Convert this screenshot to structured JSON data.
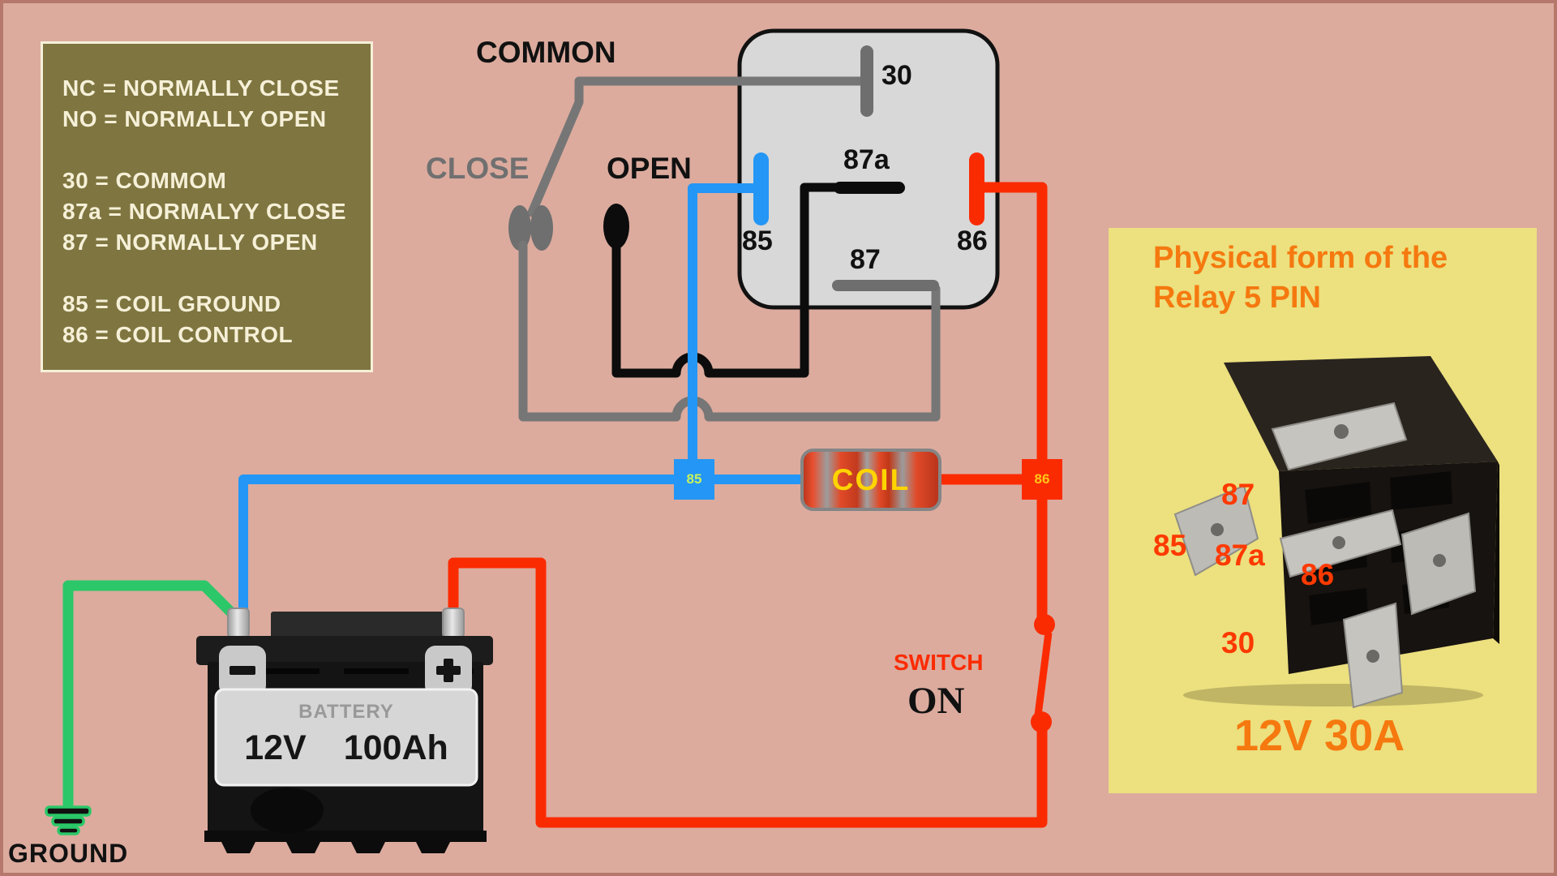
{
  "colors": {
    "background": "#dcab9e",
    "frame_border": "#b5786b",
    "legend_bg": "#7e7540",
    "legend_text": "#f6f0d8",
    "relay_body_fill": "#d8d8d8",
    "wire_gray": "#767676",
    "wire_black": "#0c0c0c",
    "wire_blue": "#2496f5",
    "wire_red": "#fb2b01",
    "wire_green": "#2bc768",
    "coil_text": "#ffd400",
    "panel_bg": "#ece07f",
    "accent_orange": "#f5790f",
    "photo_label_red": "#fe3a00"
  },
  "legend": {
    "lines": [
      "NC = NORMALLY CLOSE",
      "NO = NORMALLY OPEN",
      "",
      "30 = COMMOM",
      "87a = NORMALYY CLOSE",
      "87 = NORMALLY OPEN",
      "",
      "85 = COIL GROUND",
      "86 = COIL CONTROL"
    ]
  },
  "schematic": {
    "common_label": "COMMON",
    "close_label": "CLOSE",
    "open_label": "OPEN",
    "pins": {
      "p30": "30",
      "p87a": "87a",
      "p87": "87",
      "p85": "85",
      "p86": "86"
    },
    "junction_85": "85",
    "junction_86": "86",
    "coil_label": "COIL",
    "switch_label": "SWITCH",
    "switch_state": "ON",
    "ground_label": "GROUND"
  },
  "battery": {
    "name": "BATTERY",
    "voltage": "12V",
    "capacity": "100Ah"
  },
  "panel": {
    "title_line1": "Physical form of the",
    "title_line2": "Relay 5 PIN",
    "pins": {
      "p87": "87",
      "p85": "85",
      "p87a": "87a",
      "p86": "86",
      "p30": "30"
    },
    "rating": "12V 30A"
  }
}
